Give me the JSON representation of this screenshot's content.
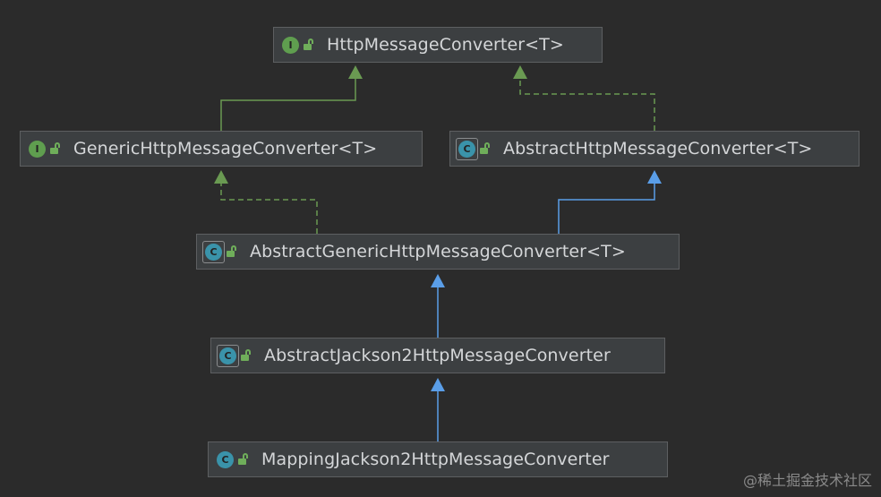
{
  "colors": {
    "background": "#2b2b2b",
    "node_fill": "#3c3f41",
    "node_border": "#5d5f61",
    "implements_edge": "#6a9a52",
    "extends_edge": "#5a9ee8",
    "interface_icon": "#5f9e4f",
    "class_icon": "#3a93aa"
  },
  "nodes": [
    {
      "id": "httpMessageConverter",
      "label": "HttpMessageConverter<T>",
      "icon": "interface-icon",
      "icon_letter": "I"
    },
    {
      "id": "genericHttpMessageConverter",
      "label": "GenericHttpMessageConverter<T>",
      "icon": "interface-icon",
      "icon_letter": "I"
    },
    {
      "id": "abstractHttpMessageConverter",
      "label": "AbstractHttpMessageConverter<T>",
      "icon": "abstract-class-icon",
      "icon_letter": "C"
    },
    {
      "id": "abstractGenericHttpMessageConverter",
      "label": "AbstractGenericHttpMessageConverter<T>",
      "icon": "abstract-class-icon",
      "icon_letter": "C"
    },
    {
      "id": "abstractJackson2HttpMessageConverter",
      "label": "AbstractJackson2HttpMessageConverter",
      "icon": "abstract-class-icon",
      "icon_letter": "C"
    },
    {
      "id": "mappingJackson2HttpMessageConverter",
      "label": "MappingJackson2HttpMessageConverter",
      "icon": "class-icon",
      "icon_letter": "C"
    }
  ],
  "edges": [
    {
      "from": "genericHttpMessageConverter",
      "to": "httpMessageConverter",
      "kind": "interface-extends"
    },
    {
      "from": "abstractHttpMessageConverter",
      "to": "httpMessageConverter",
      "kind": "implements"
    },
    {
      "from": "abstractGenericHttpMessageConverter",
      "to": "genericHttpMessageConverter",
      "kind": "implements"
    },
    {
      "from": "abstractGenericHttpMessageConverter",
      "to": "abstractHttpMessageConverter",
      "kind": "extends"
    },
    {
      "from": "abstractJackson2HttpMessageConverter",
      "to": "abstractGenericHttpMessageConverter",
      "kind": "extends"
    },
    {
      "from": "mappingJackson2HttpMessageConverter",
      "to": "abstractJackson2HttpMessageConverter",
      "kind": "extends"
    }
  ],
  "watermark": "@稀土掘金技术社区"
}
